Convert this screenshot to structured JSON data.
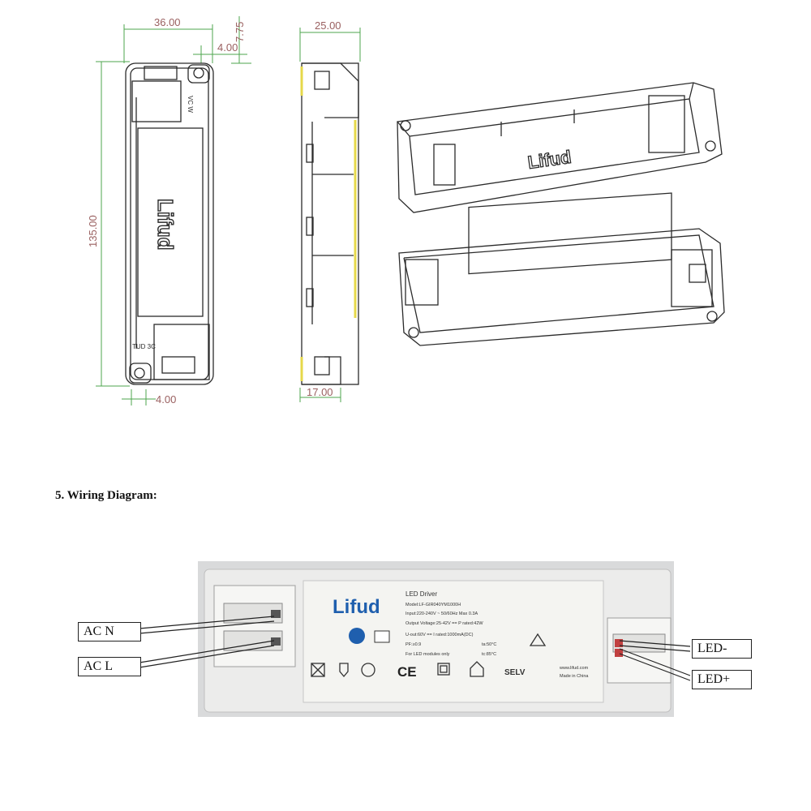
{
  "drawing": {
    "dimensions": {
      "width_top": "36.00",
      "tab_width": "4.00",
      "tab_offset": "7.75",
      "side_width": "25.00",
      "length": "135.00",
      "bottom_tab": "4.00",
      "side_bottom": "17.00"
    },
    "brand": "Lifud",
    "mark_top": "VC W",
    "mark_bottom": "TUD 3C"
  },
  "section": {
    "title": "5. Wiring Diagram:"
  },
  "label": {
    "brand": "Lifud",
    "product": "LED Driver",
    "model": "Model:LF-GIR040YM1000H",
    "input": "Input:220-240V ~ 50/60Hz Max 0.3A",
    "output": "Output Voltage:25-42V == P rated:42W",
    "uout": "U-out:60V == I rated:1000mA(DC)",
    "pf": "PF:≥0.9",
    "ta": "ta:50°C",
    "tc": "tc:85°C",
    "leds_only": "For LED modules only",
    "selv": "SELV",
    "site": "www.lifud.com",
    "made": "Made in China",
    "cert_ce": "CE"
  },
  "callouts": {
    "ac_n": "AC  N",
    "ac_l": "AC  L",
    "led_minus": "LED-",
    "led_plus": "LED+"
  },
  "colors": {
    "outline": "#2b2b2b",
    "dimension": "#4da64d",
    "dimension_text": "#9a6060",
    "accent": "#e6d84a",
    "photo_bg": "#d9dadb",
    "brand_blue": "#1f5fae",
    "brand_orange": "#e79b2b"
  }
}
